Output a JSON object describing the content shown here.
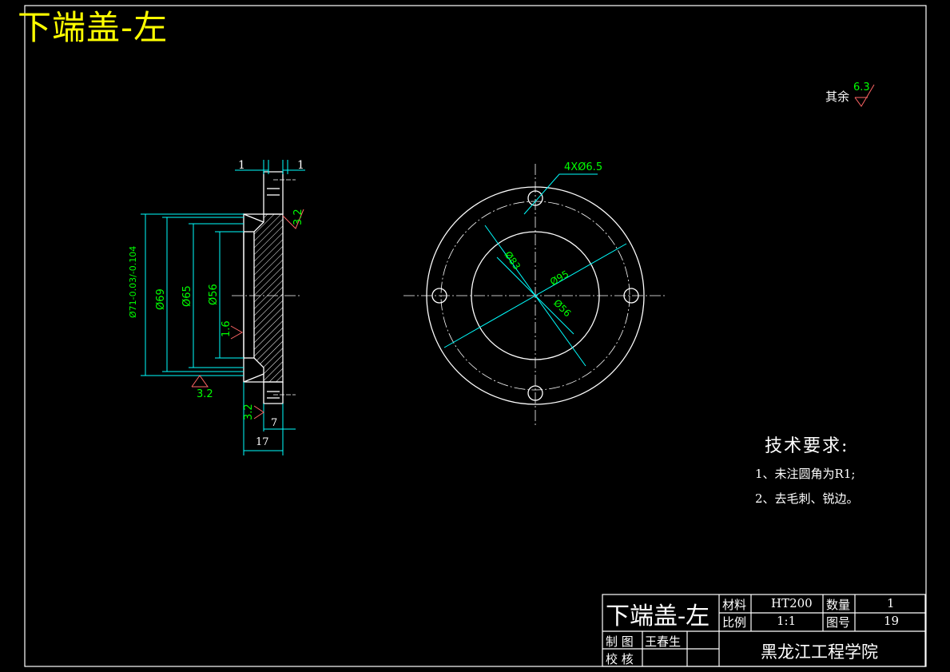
{
  "title": "下端盖-左",
  "surface_finish": {
    "label": "其余",
    "value": "6.3"
  },
  "section_view": {
    "top_dims": [
      "1",
      "1"
    ],
    "diameters": [
      "Ø71-0.03/-0.104",
      "Ø69",
      "Ø65",
      "Ø56"
    ],
    "roughness": [
      "3.2",
      "1.6",
      "3.2",
      "3.2"
    ],
    "bottom_dims": [
      "7",
      "17"
    ]
  },
  "front_view": {
    "hole_callout": "4XØ6.5",
    "diameters": [
      "Ø83",
      "Ø95",
      "Ø56"
    ]
  },
  "tech_requirements": {
    "heading": "技术要求:",
    "items": [
      "1、未注圆角为R1;",
      "2、去毛刺、锐边。"
    ]
  },
  "title_block": {
    "part_name": "下端盖-左",
    "material_label": "材料",
    "material": "HT200",
    "quantity_label": "数量",
    "quantity": "1",
    "scale_label": "比例",
    "scale": "1:1",
    "drawing_no_label": "图号",
    "drawing_no": "19",
    "drawn_label": "制 图",
    "drawn_by": "王春生",
    "checked_label": "校 核",
    "school": "黑龙江工程学院"
  },
  "colors": {
    "outline": "#ffffff",
    "dimension": "#00ffff",
    "dim_text": "#00ff00",
    "roughness": "#ff6666",
    "title": "#ffff00"
  }
}
